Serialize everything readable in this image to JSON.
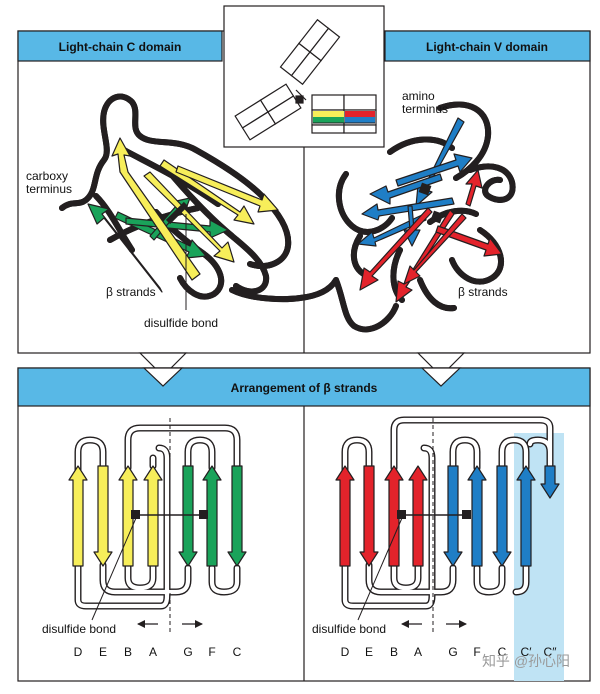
{
  "top": {
    "left_panel_title": "Light-chain C domain",
    "right_panel_title": "Light-chain V domain",
    "labels": {
      "carboxy_terminus_line1": "carboxy",
      "carboxy_terminus_line2": "terminus",
      "amino_terminus_line1": "amino",
      "amino_terminus_line2": "terminus",
      "beta_strands_left": "β strands",
      "beta_strands_right": "β strands",
      "disulfide_bond": "disulfide bond"
    }
  },
  "bottom": {
    "title": "Arrangement of β strands",
    "left": {
      "disulfide_label": "disulfide bond",
      "strand_letters": [
        "D",
        "E",
        "B",
        "A",
        "G",
        "F",
        "C"
      ]
    },
    "right": {
      "disulfide_label": "disulfide bond",
      "strand_letters": [
        "D",
        "E",
        "B",
        "A",
        "G",
        "F",
        "C",
        "C′",
        "C″"
      ]
    }
  },
  "watermark": "知乎 @孙心阳",
  "colors": {
    "panel_header": "#58b8e6",
    "highlight_band": "#bfe3f4",
    "yellow": "#f7ee5a",
    "green": "#1aa35a",
    "red": "#e3232b",
    "blue": "#1f7ec6",
    "outline": "#231f20"
  }
}
